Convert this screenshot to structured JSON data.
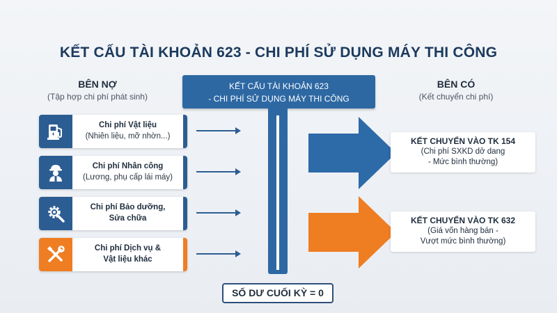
{
  "title": "KẾT CẤU TÀI KHOẢN 623 - CHI PHÍ SỬ DỤNG MÁY THI CÔNG",
  "debit": {
    "heading": "BÊN NỢ",
    "subheading": "(Tập hợp chi phí phát sinh)",
    "items": [
      {
        "line1": "Chi phí Vật liệu",
        "line2": "(Nhiên liệu, mỡ nhờn...)",
        "icon": "fuel-pump-icon",
        "color": "#2c5d92"
      },
      {
        "line1": "Chi phí Nhân công",
        "line2": "(Lương, phụ cấp lái máy)",
        "icon": "worker-icon",
        "color": "#2c5d92"
      },
      {
        "line1": "Chi phí Bảo dưỡng,",
        "line2": "Sửa chữa",
        "icon": "gear-wrench-icon",
        "color": "#2c5d92"
      },
      {
        "line1": "Chi phí Dịch vụ &",
        "line2": "Vật liệu khác",
        "icon": "tools-icon",
        "color": "#ef7d22"
      }
    ]
  },
  "account": {
    "line1": "KẾT CẤU TÀI KHOẢN 623",
    "line2": "- CHI PHÍ SỬ DỤNG MÁY THI CÔNG"
  },
  "credit": {
    "heading": "BÊN CÓ",
    "subheading": "(Kết chuyển chi phí)",
    "transfers": [
      {
        "line1": "KẾT CHUYỂN VÀO TK 154",
        "line2": "(Chi phí SXKD dở dang",
        "line3": "- Mức bình thường)",
        "color": "#2d6aa8"
      },
      {
        "line1": "KẾT CHUYỂN VÀO TK 632",
        "line2": "(Giá vốn hàng bán -",
        "line3": "Vượt mức bình thường)",
        "color": "#ef7d22"
      }
    ]
  },
  "balance": "SỐ DƯ CUỐI KỲ = 0"
}
